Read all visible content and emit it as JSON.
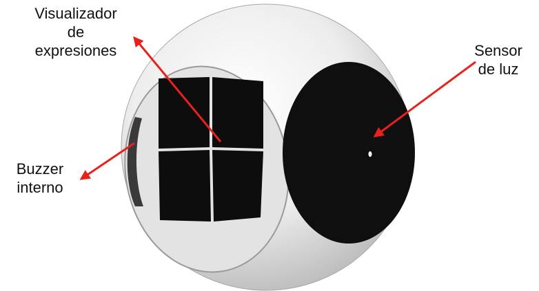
{
  "labels": {
    "display": [
      "Visualizador",
      "de",
      "expresiones"
    ],
    "light_sensor": [
      "Sensor",
      "de luz"
    ],
    "buzzer": [
      "Buzzer",
      "interno"
    ]
  },
  "colors": {
    "shell": "#ececec",
    "shell_shadow": "#bdbdbd",
    "sensor_face": "#101010",
    "screen": "#101010",
    "screen_bezel": "#dcdcdc",
    "arrow": "#e8211c",
    "text": "#111111"
  }
}
